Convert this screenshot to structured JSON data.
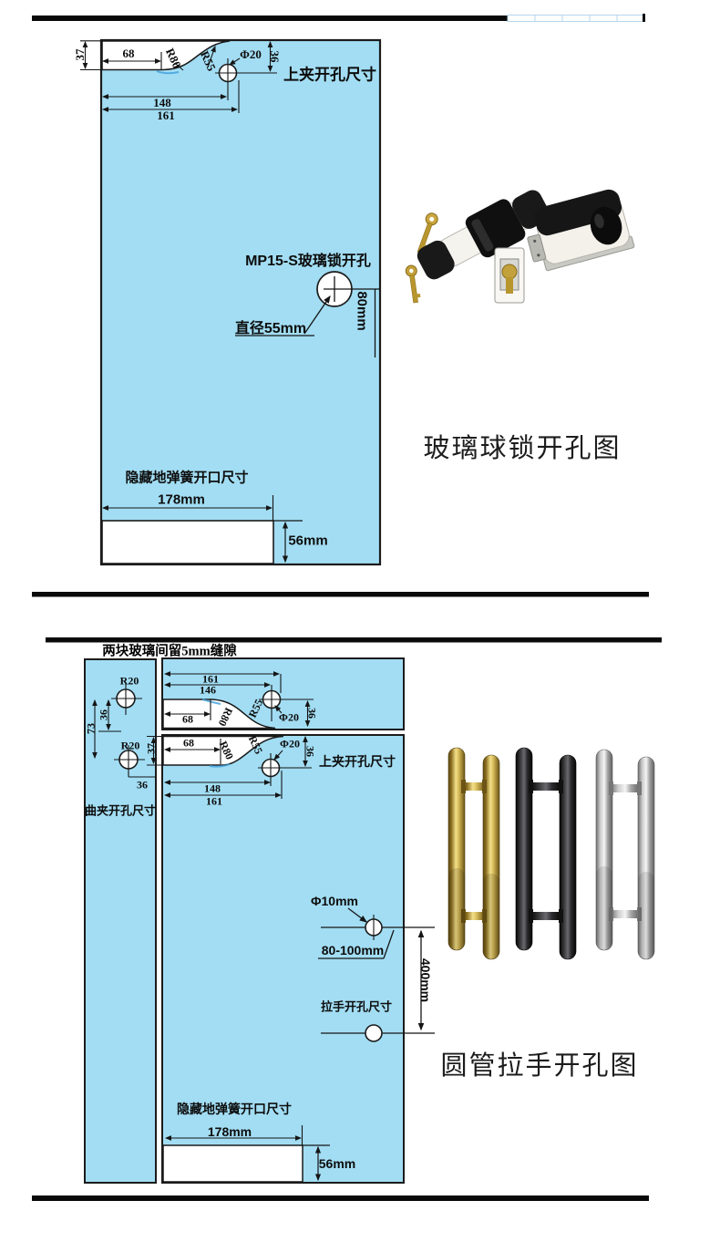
{
  "colors": {
    "glass_blue": "#a2ddf3",
    "line": "#151515",
    "gold_handle": "#caa43e",
    "black_handle": "#2a2a2c",
    "silver_handle": "#c9c9c9"
  },
  "diagram1": {
    "labels": {
      "d37": "37",
      "d68": "68",
      "r80": "R80",
      "r55": "R55",
      "phi20": "Φ20",
      "d36": "36",
      "top_clamp": "上夹开孔尺寸",
      "d148": "148",
      "d161": "161",
      "lock_hole": "MP15-S玻璃锁开孔",
      "d80": "80mm",
      "dia55": "直径55mm",
      "floor_spring": "隐藏地弹簧开口尺寸",
      "d178": "178mm",
      "d56": "56mm"
    },
    "caption": "玻璃球锁开孔图"
  },
  "diagram2": {
    "header": "两块玻璃间留5mm缝隙",
    "left": {
      "r20a": "R20",
      "d36a": "36",
      "d73": "73",
      "r20b": "R20",
      "d36b": "36",
      "label": "曲夹开孔尺寸"
    },
    "upper": {
      "d161": "161",
      "d146": "146",
      "d68": "68",
      "r80": "R80",
      "r55": "R55",
      "phi20": "Φ20",
      "d36": "36"
    },
    "lower": {
      "d37": "37",
      "d68": "68",
      "r80": "R80",
      "r55": "R55",
      "phi20": "Φ20",
      "d36": "36",
      "top_clamp": "上夹开孔尺寸",
      "d148": "148",
      "d161": "161",
      "phi10": "Φ10mm",
      "range": "80-100mm",
      "d400": "400mm",
      "handle": "拉手开孔尺寸",
      "floor_spring": "隐藏地弹簧开口尺寸",
      "d178": "178mm",
      "d56": "56mm"
    },
    "caption": "圆管拉手开孔图"
  }
}
